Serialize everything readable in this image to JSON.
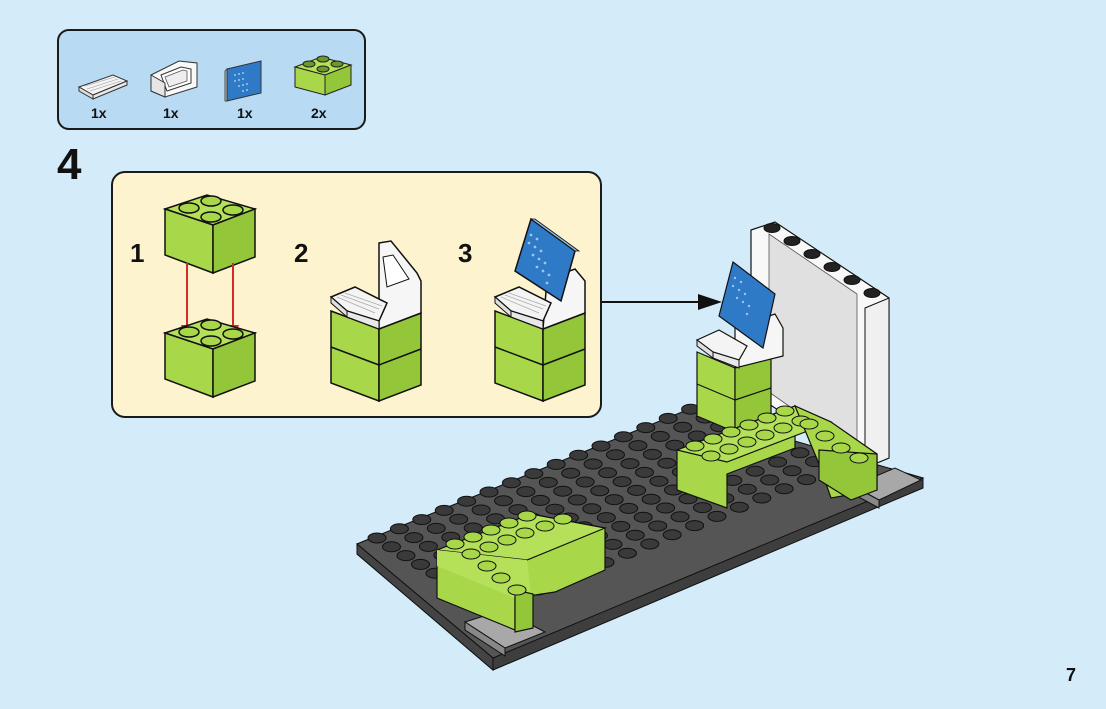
{
  "page": {
    "number": "7",
    "step_number": "4",
    "background_color": "#d4ebfa"
  },
  "parts_list": {
    "background_color": "#b8daf3",
    "items": [
      {
        "name": "keyboard-tile",
        "color": "white",
        "quantity": "1x"
      },
      {
        "name": "slope-frame-brick",
        "color": "white",
        "quantity": "1x"
      },
      {
        "name": "laptop-screen-tile",
        "color": "blue",
        "quantity": "1x"
      },
      {
        "name": "brick-2x2",
        "color": "lime",
        "quantity": "2x"
      }
    ]
  },
  "sub_steps": {
    "background_color": "#fdf3cf",
    "items": [
      {
        "number": "1",
        "description": "Stack 2x2 lime brick on another 2x2 lime brick"
      },
      {
        "number": "2",
        "description": "Add white frame and keyboard tile"
      },
      {
        "number": "3",
        "description": "Attach blue laptop screen"
      }
    ]
  },
  "colors": {
    "lime": "#a8d84a",
    "lime_shade": "#92c43a",
    "baseplate": "#555555",
    "stud": "#3a3a3a",
    "screen_blue": "#2f7ac7",
    "arrow_red": "#d42a2a",
    "white_part": "#f6f6f6",
    "grey_tile": "#a8a8a8"
  }
}
